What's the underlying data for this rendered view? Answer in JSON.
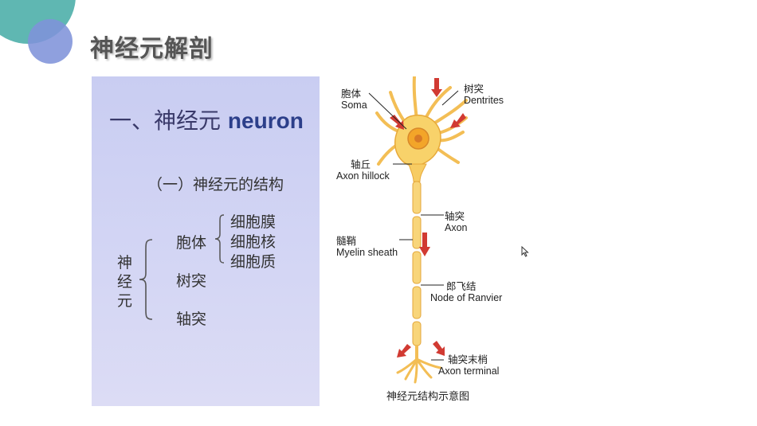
{
  "slide": {
    "title": "神经元解剖"
  },
  "panel": {
    "heading_cn": "一、神经元",
    "heading_en": "neuron",
    "subheading": "（一）神经元的结构",
    "root": [
      "神",
      "经",
      "元"
    ],
    "parts": [
      "胞体",
      "树突",
      "轴突"
    ],
    "soma_parts": [
      "细胞膜",
      "细胞核",
      "细胞质"
    ]
  },
  "diagram": {
    "labels": {
      "soma_cn": "胞体",
      "soma_en": "Soma",
      "dendrites_cn": "树突",
      "dendrites_en": "Dentrites",
      "hillock_cn": "轴丘",
      "hillock_en": "Axon hillock",
      "axon_cn": "轴突",
      "axon_en": "Axon",
      "myelin_cn": "髓鞘",
      "myelin_en": "Myelin sheath",
      "ranvier_cn": "郎飞结",
      "ranvier_en": "Node of Ranvier",
      "terminal_cn": "轴突末梢",
      "terminal_en": "Axon terminal"
    },
    "caption": "神经元结构示意图"
  },
  "colors": {
    "teal": "#5fb7b2",
    "blue": "#7f93d9",
    "panel": "#cfd2f3",
    "neuron": "#f6c35a",
    "arrow": "#d13a32"
  }
}
